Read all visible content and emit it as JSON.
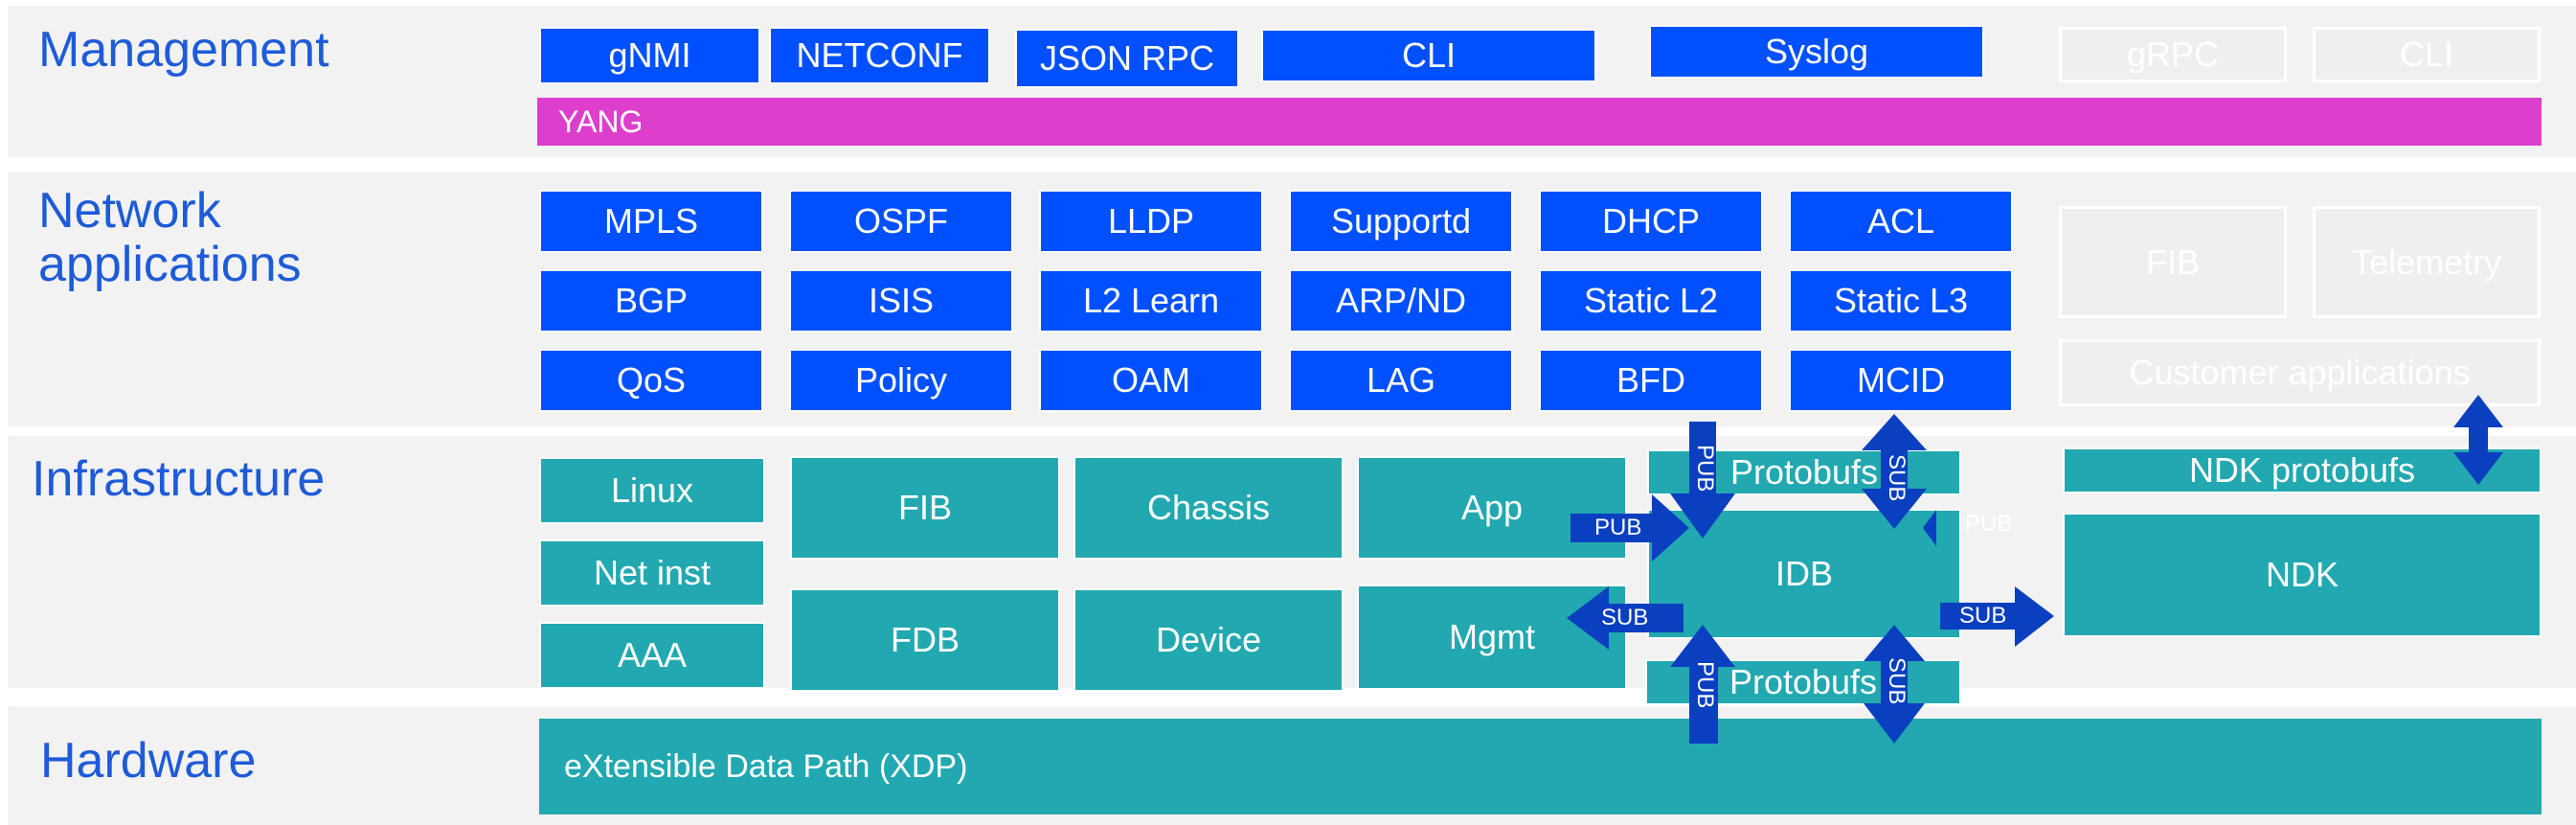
{
  "layers": {
    "management": "Management",
    "network": "Network applications",
    "infrastructure": "Infrastructure",
    "hardware": "Hardware"
  },
  "management": {
    "protocols": [
      "gNMI",
      "NETCONF",
      "JSON RPC",
      "CLI",
      "Syslog"
    ],
    "faded": [
      "gRPC",
      "CLI"
    ],
    "yang": "YANG"
  },
  "network": {
    "apps": [
      "MPLS",
      "OSPF",
      "LLDP",
      "Supportd",
      "DHCP",
      "ACL",
      "BGP",
      "ISIS",
      "L2 Learn",
      "ARP/ND",
      "Static L2",
      "Static L3",
      "QoS",
      "Policy",
      "OAM",
      "LAG",
      "BFD",
      "MCID"
    ],
    "faded": [
      "FIB",
      "Telemetry",
      "Customer applications"
    ]
  },
  "infrastructure": {
    "linux": "Linux",
    "net_inst": "Net inst",
    "aaa": "AAA",
    "fib": "FIB",
    "fdb": "FDB",
    "chassis": "Chassis",
    "device": "Device",
    "app": "App",
    "mgmt": "Mgmt",
    "idb": "IDB",
    "protobufs_top": "Protobufs",
    "protobufs_bottom": "Protobufs",
    "ndk_protobufs": "NDK protobufs",
    "ndk": "NDK",
    "pub": "PUB",
    "sub": "SUB"
  },
  "hardware": {
    "xdp": "eXtensible Data Path (XDP)"
  },
  "colors": {
    "blue": "#0050ff",
    "teal": "#22a8b0",
    "magenta": "#dd3fcc",
    "arrow": "#0a3fc0",
    "title": "#1e5bd8"
  }
}
